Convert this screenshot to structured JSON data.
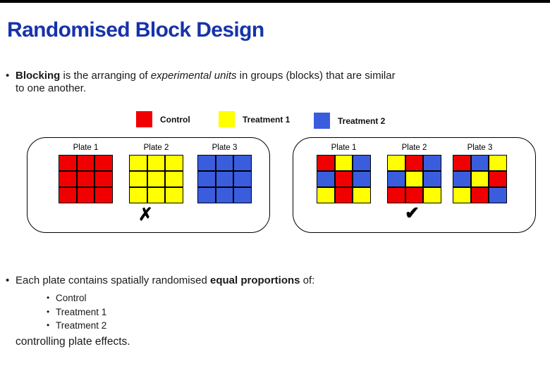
{
  "slide": {
    "title": "Randomised Block Design",
    "title_color": "#1733a9"
  },
  "bullet1": {
    "dot": "•",
    "seg_bold": "Blocking",
    "seg_mid": " is the arranging of ",
    "seg_italic": "experimental units",
    "seg_rest": " in groups (blocks) that are similar",
    "line2": "to one another."
  },
  "colors": {
    "R": "#f00000",
    "Y": "#ffff00",
    "B": "#3a5dde"
  },
  "legend": {
    "items": [
      {
        "label": "Control",
        "color": "#f00000"
      },
      {
        "label": "Treatment 1",
        "color": "#ffff00"
      },
      {
        "label": "Treatment 2",
        "color": "#3a5dde"
      }
    ]
  },
  "left_panel": {
    "plates": [
      {
        "label": "Plate 1",
        "cells": [
          "R",
          "R",
          "R",
          "R",
          "R",
          "R",
          "R",
          "R",
          "R"
        ]
      },
      {
        "label": "Plate 2",
        "cells": [
          "Y",
          "Y",
          "Y",
          "Y",
          "Y",
          "Y",
          "Y",
          "Y",
          "Y"
        ]
      },
      {
        "label": "Plate 3",
        "cells": [
          "B",
          "B",
          "B",
          "B",
          "B",
          "B",
          "B",
          "B",
          "B"
        ]
      }
    ],
    "verdict": "✗"
  },
  "right_panel": {
    "plates": [
      {
        "label": "Plate 1",
        "cells": [
          "R",
          "Y",
          "B",
          "B",
          "R",
          "B",
          "Y",
          "R",
          "Y"
        ]
      },
      {
        "label": "Plate 2",
        "cells": [
          "Y",
          "R",
          "B",
          "B",
          "Y",
          "B",
          "R",
          "R",
          "Y"
        ]
      },
      {
        "label": "Plate 3",
        "cells": [
          "R",
          "B",
          "Y",
          "B",
          "Y",
          "R",
          "Y",
          "R",
          "B"
        ]
      }
    ],
    "verdict": "✔"
  },
  "bullet2": {
    "dot": "•",
    "seg_pre": "Each plate contains spatially randomised ",
    "seg_bold": "equal proportions",
    "seg_post": " of:",
    "sub_dot": "•",
    "sub_items": [
      "Control",
      "Treatment 1",
      "Treatment 2"
    ],
    "footer": "controlling plate effects."
  }
}
